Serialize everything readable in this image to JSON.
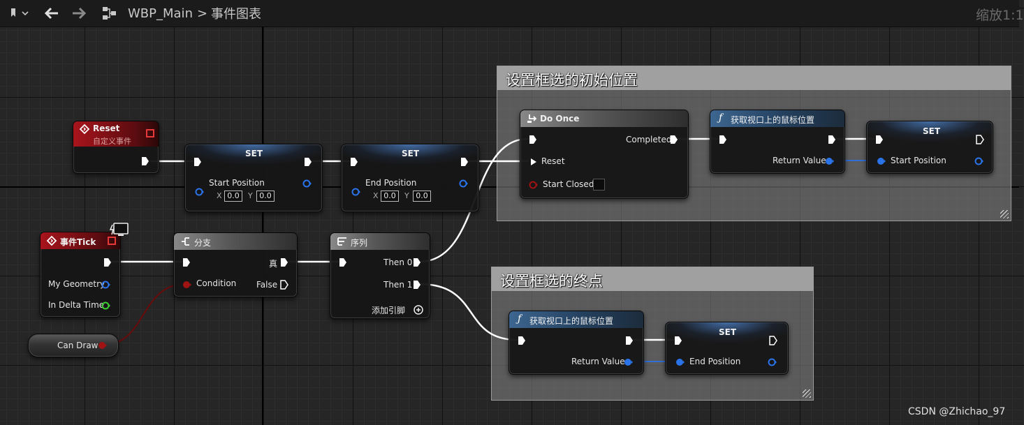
{
  "toolbar": {
    "bookmark_icon": "bookmark-icon",
    "back_icon": "back-arrow-icon",
    "forward_icon": "forward-arrow-icon",
    "graph_icon": "graph-icon",
    "blueprint_name": "WBP_Main",
    "separator": ">",
    "graph_name": "事件图表",
    "zoom_label": "缩放1:1"
  },
  "comments": [
    {
      "title": "设置框选的初始位置"
    },
    {
      "title": "设置框选的终点"
    }
  ],
  "nodes": {
    "reset_event": {
      "title": "Reset",
      "subtitle": "自定义事件"
    },
    "set_start": {
      "title": "SET",
      "var_label": "Start Position",
      "x_label": "X",
      "x_value": "0.0",
      "y_label": "Y",
      "y_value": "0.0"
    },
    "set_end": {
      "title": "SET",
      "var_label": "End Position",
      "x_label": "X",
      "x_value": "0.0",
      "y_label": "Y",
      "y_value": "0.0"
    },
    "do_once": {
      "title": "Do Once",
      "completed": "Completed",
      "reset": "Reset",
      "start_closed": "Start Closed"
    },
    "get_mouse_1": {
      "title": "获取视口上的鼠标位置",
      "return_value": "Return Value"
    },
    "set_start_2": {
      "title": "SET",
      "var_label": "Start Position"
    },
    "event_tick": {
      "title": "事件Tick",
      "my_geometry": "My Geometry",
      "in_delta_time": "In Delta Time"
    },
    "branch": {
      "title": "分支",
      "condition": "Condition",
      "true_label": "真",
      "false_label": "False"
    },
    "sequence": {
      "title": "序列",
      "then0": "Then 0",
      "then1": "Then 1",
      "add_pin": "添加引脚"
    },
    "can_draw": {
      "label": "Can Draw"
    },
    "get_mouse_2": {
      "title": "获取视口上的鼠标位置",
      "return_value": "Return Value"
    },
    "set_end_2": {
      "title": "SET",
      "var_label": "End Position"
    }
  },
  "colors": {
    "exec": "#ffffff",
    "vector2d_pin": "#2a73e8",
    "bool_pin": "#a01313",
    "float_pin": "#3ecf34",
    "event_header": "#a8141c",
    "function_header": "#3d6690"
  },
  "watermark": "CSDN @Zhichao_97"
}
